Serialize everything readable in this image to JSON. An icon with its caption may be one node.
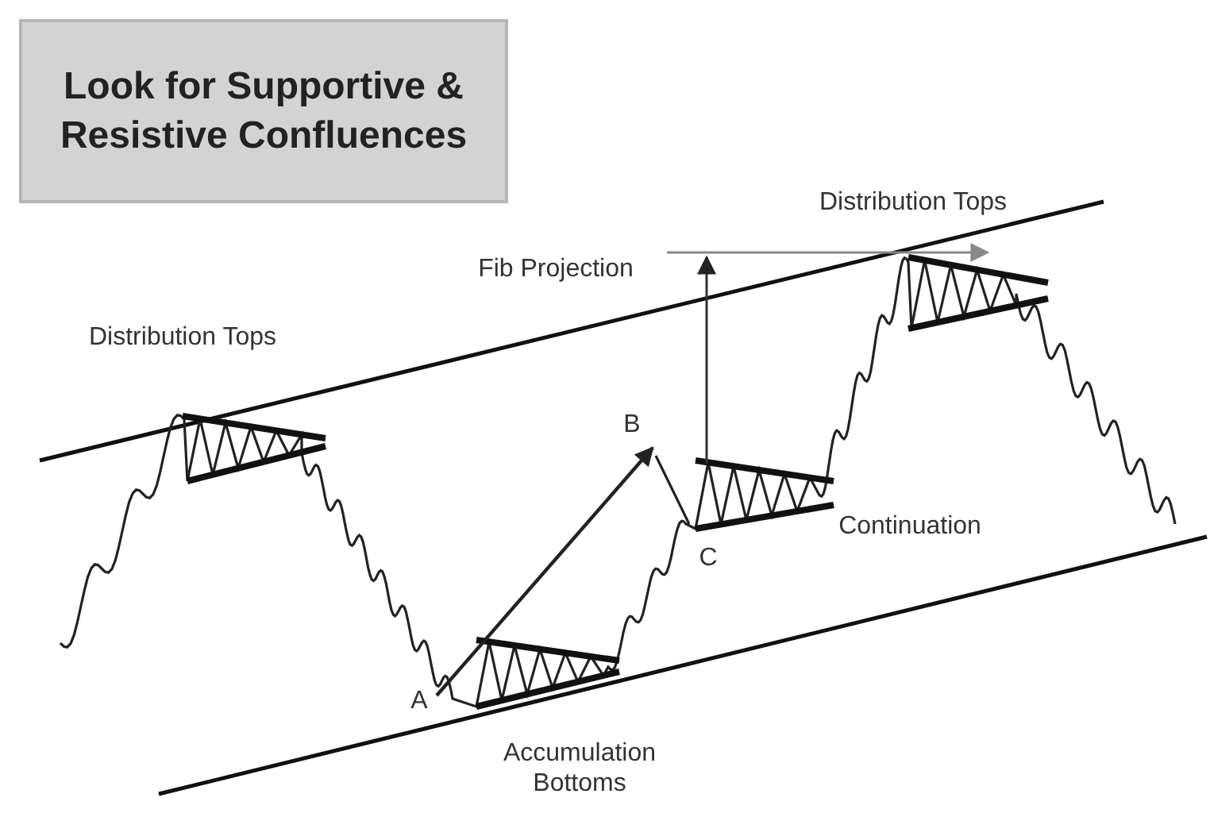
{
  "diagram": {
    "title": "Look for Supportive & Resistive Confluences",
    "nodes": [
      {
        "text": [
          "B"
        ]
      },
      {
        "text": [
          "A"
        ]
      }
    ],
    "edges": [
      {
        "from": 1,
        "to": 0,
        "arrow": "to"
      }
    ],
    "labels": [
      "Distribution Tops",
      "Fib Projection",
      "Distribution Tops",
      "Continuation",
      "C",
      "Accumulation Bottoms"
    ]
  }
}
